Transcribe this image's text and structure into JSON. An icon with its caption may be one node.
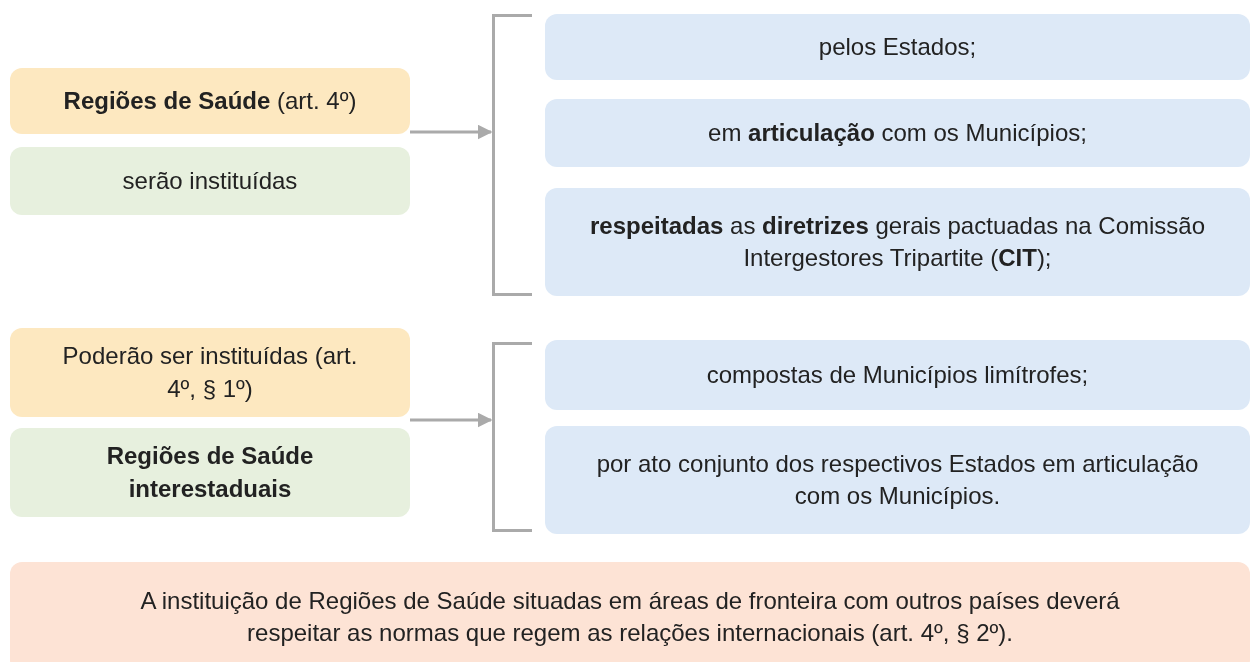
{
  "diagram": {
    "nodes": [
      {
        "text": [
          "**Regiões de Saúde** (art. 4º)"
        ]
      },
      {
        "text": [
          "serão instituídas"
        ]
      },
      {
        "text": [],
        "shape": "bracket"
      },
      {
        "text": [
          "pelos Estados;"
        ]
      },
      {
        "text": [
          "em **articulação** com os Municípios;"
        ]
      },
      {
        "text": [
          "**respeitadas** as **diretrizes** gerais pactuadas na Comissão Intergestores Tripartite (**CIT**);"
        ]
      },
      {
        "text": [
          "Poderão ser instituídas (art. 4º, § 1º)"
        ]
      },
      {
        "text": [
          "Regiões de Saúde interestaduais"
        ]
      },
      {
        "text": [],
        "shape": "bracket"
      },
      {
        "text": [
          "compostas de Municípios limítrofes;"
        ]
      },
      {
        "text": [
          "por ato conjunto dos respectivos Estados em articulação com os Municípios."
        ]
      },
      {
        "text": [
          "A instituição de Regiões de Saúde situadas em áreas de fronteira com outros países deverá respeitar as normas que regem as relações internacionais (art. 4º, § 2º)."
        ]
      }
    ],
    "edges": [
      {
        "from": 0,
        "to": 2,
        "arrow": "to"
      },
      {
        "from": 6,
        "to": 8,
        "arrow": "to"
      }
    ]
  }
}
